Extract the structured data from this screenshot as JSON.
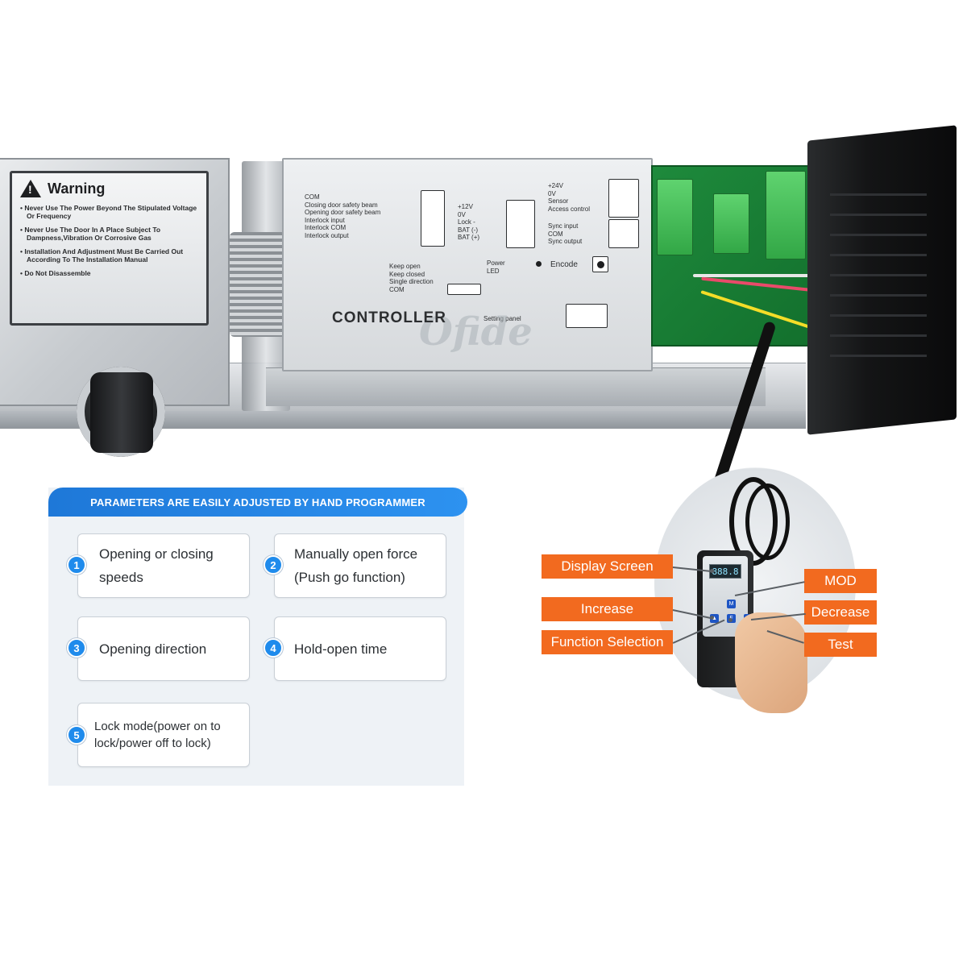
{
  "warning": {
    "title": "Warning",
    "items": [
      "• Never Use The Power Beyond The Stipulated Voltage Or Frequency",
      "• Never Use The Door In A Place Subject To Dampness,Vibration Or Corrosive Gas",
      "• Installation And Adjustment Must Be Carried Out According To The Installation Manual",
      "• Do Not Disassemble"
    ]
  },
  "controller": {
    "label": "CONTROLLER",
    "watermark": "Ofide",
    "group1": [
      "COM",
      "Closing door safety beam",
      "Opening door safety beam",
      "Interlock input",
      "Interlock COM",
      "Interlock output"
    ],
    "group2": [
      "+12V",
      "0V",
      "Lock -",
      "BAT (-)",
      "BAT (+)"
    ],
    "group3": [
      "+24V",
      "0V",
      "Sensor",
      "Access control"
    ],
    "group4": [
      "Sync input",
      "COM",
      "Sync output"
    ],
    "group5": [
      "Keep open",
      "Keep closed",
      "Single direction",
      "COM"
    ],
    "power_led": "Power LED",
    "encode": "Encode",
    "setting_panel": "Setting panel"
  },
  "info": {
    "banner": "PARAMETERS ARE EASILY ADJUSTED BY HAND PROGRAMMER",
    "features": [
      {
        "num": "1",
        "text": "Opening or closing speeds"
      },
      {
        "num": "2",
        "text": "Manually open force (Push go function)"
      },
      {
        "num": "3",
        "text": "Opening direction"
      },
      {
        "num": "4",
        "text": "Hold-open time"
      },
      {
        "num": "5",
        "text": "Lock mode(power on to lock/power off to lock)"
      }
    ]
  },
  "programmer": {
    "lcd": "888.8",
    "labels": {
      "display_screen": "Display Screen",
      "increase": "Increase",
      "function_selection": "Function Selection",
      "mod": "MOD",
      "decrease": "Decrease",
      "test": "Test"
    },
    "accent_color": "#f26a1f"
  },
  "colors": {
    "banner": "#1e78d8",
    "card_bg": "#eef2f6",
    "badge": "#1f8bec",
    "pcb": "#1e8a3c"
  }
}
